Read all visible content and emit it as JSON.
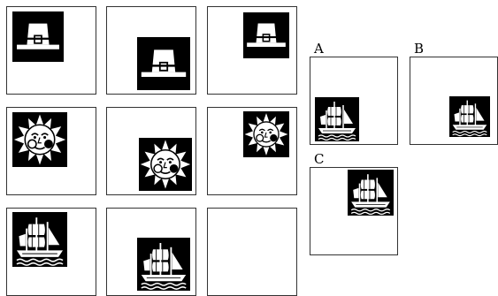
{
  "puzzle": {
    "options": [
      {
        "label": "A"
      },
      {
        "label": "B"
      },
      {
        "label": "C"
      }
    ]
  },
  "colors": {
    "tile": "#000000",
    "ink": "#ffffff",
    "border": "#333333"
  },
  "icons": [
    "pilgrim-hat-icon",
    "sun-face-icon",
    "sailing-ship-icon"
  ]
}
